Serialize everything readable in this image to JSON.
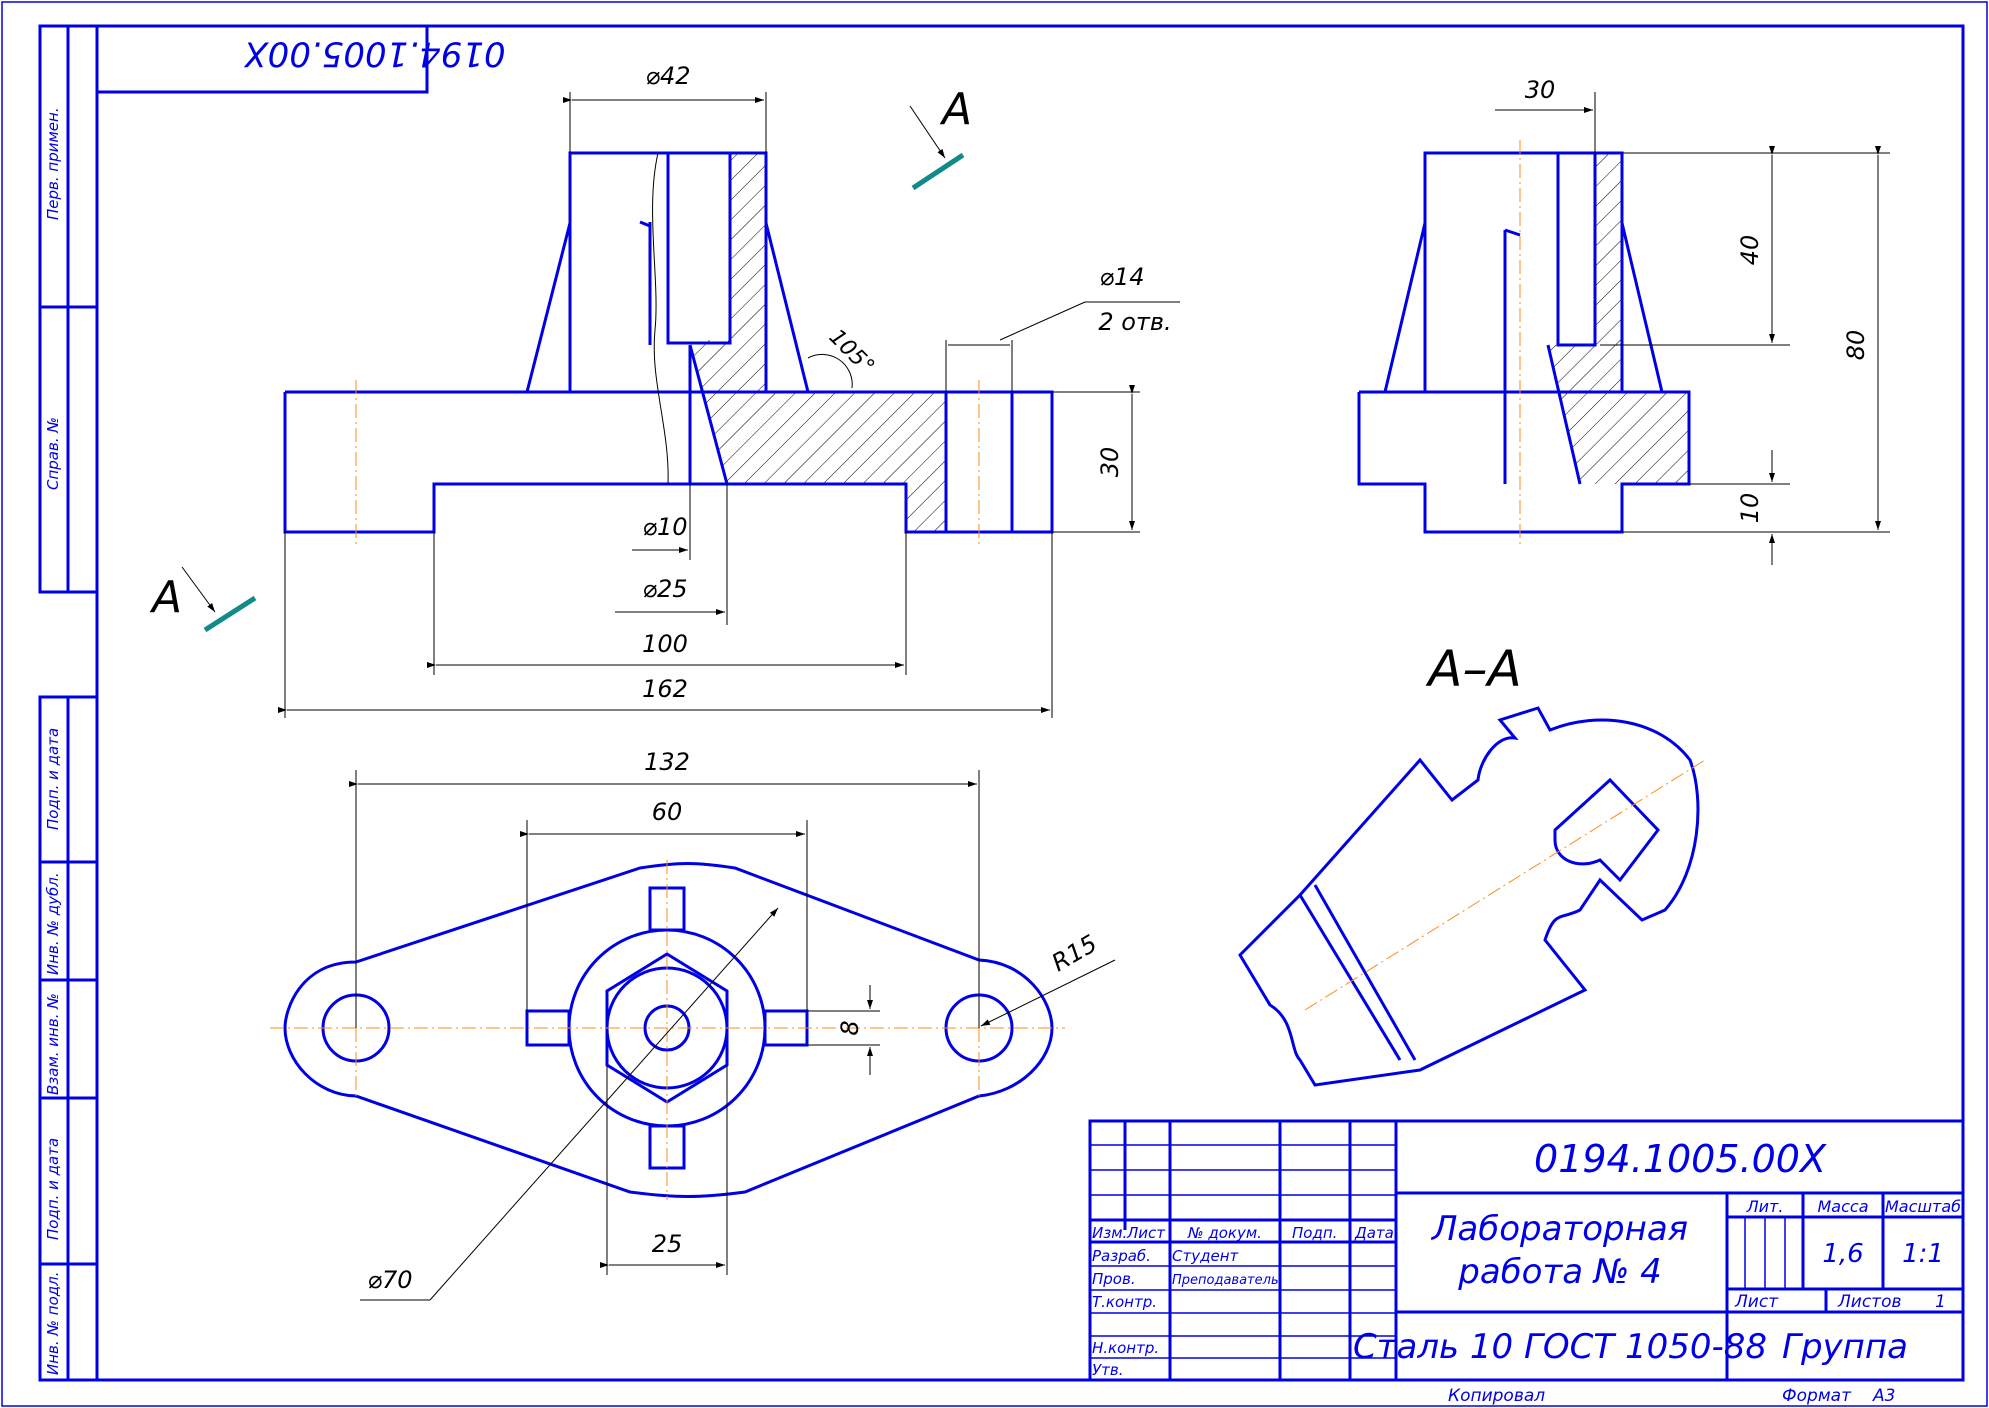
{
  "stamp": {
    "rotated_code": "0194.1005.00X"
  },
  "side_columns": {
    "top": [
      "Перв. примен.",
      "Справ. №"
    ],
    "bottom": [
      "Подп. и дата",
      "Инв. № дубл.",
      "Взам. инв. №",
      "Подп. и дата",
      "Инв. № подл."
    ]
  },
  "section": {
    "label_left": "А",
    "label_top": "А",
    "section_title": "А–А"
  },
  "dimensions": {
    "d42": "⌀42",
    "d14": "⌀14",
    "holes": "2 отв.",
    "angle": "105°",
    "h30": "30",
    "d10": "⌀10",
    "d25": "⌀25",
    "l100": "100",
    "l162": "162",
    "side_30": "30",
    "side_40": "40",
    "side_80": "80",
    "side_10": "10",
    "plan_132": "132",
    "plan_60": "60",
    "plan_8": "8",
    "plan_25": "25",
    "plan_70": "⌀70",
    "plan_r15": "R15"
  },
  "title_block": {
    "code": "0194.1005.00X",
    "name_line1": "Лабораторная",
    "name_line2": "работа № 4",
    "material": "Сталь 10  ГОСТ 1050-88",
    "group": "Группа",
    "lit": "Лит.",
    "mass_label": "Масса",
    "scale_label": "Масштаб",
    "mass": "1,6",
    "scale": "1:1",
    "sheet": "Лист",
    "sheets": "Листов",
    "sheets_count": "1",
    "headers": [
      "Изм.",
      "Лист",
      "№ докум.",
      "Подп.",
      "Дата"
    ],
    "rows": [
      {
        "role": "Разраб.",
        "name": "Студент"
      },
      {
        "role": "Пров.",
        "name": "Преподаватель"
      },
      {
        "role": "Т.контр.",
        "name": ""
      },
      {
        "role": "Н.контр.",
        "name": ""
      },
      {
        "role": "Утв.",
        "name": ""
      }
    ],
    "copied": "Копировал",
    "format_label": "Формат",
    "format_value": "А3"
  }
}
